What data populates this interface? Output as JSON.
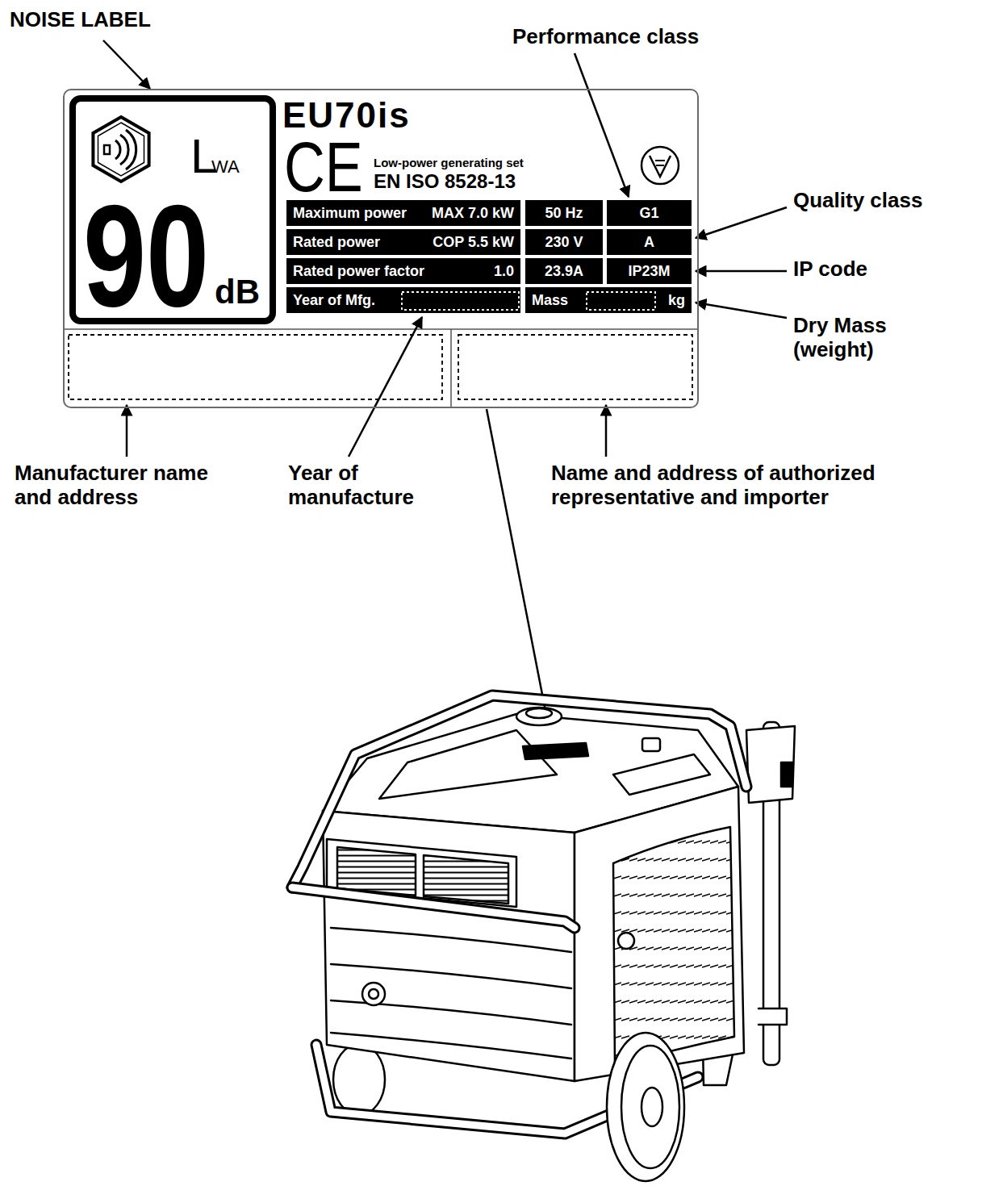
{
  "diagram": {
    "nodes": [
      {
        "text": [
          "EU70is",
          "CE",
          "Low-power generating set",
          "EN ISO 8528-13"
        ]
      },
      {
        "text": [
          "L",
          "WA",
          "90",
          "dB"
        ],
        "in": 0
      },
      {
        "text": [
          "Maximum power",
          "MAX 7.0 kW"
        ],
        "in": 0
      },
      {
        "text": [
          "50 Hz"
        ],
        "in": 0
      },
      {
        "text": [
          "G1"
        ],
        "in": 0
      },
      {
        "text": [
          "Rated power",
          "COP 5.5 kW"
        ],
        "in": 0
      },
      {
        "text": [
          "230 V"
        ],
        "in": 0
      },
      {
        "text": [
          "A"
        ],
        "in": 0
      },
      {
        "text": [
          "Rated power factor",
          "1.0"
        ],
        "in": 0
      },
      {
        "text": [
          "23.9A"
        ],
        "in": 0
      },
      {
        "text": [
          "IP23M"
        ],
        "in": 0
      },
      {
        "text": [
          "Year of Mfg."
        ],
        "in": 0
      },
      {
        "text": [
          "Mass",
          "kg"
        ],
        "in": 0
      }
    ],
    "labels": [
      "NOISE LABEL",
      "Performance class",
      "Quality class",
      "IP code",
      "Dry Mass (weight)",
      "Manufacturer name and address",
      "Year of manufacture",
      "Name and address of authorized representative and importer"
    ]
  }
}
